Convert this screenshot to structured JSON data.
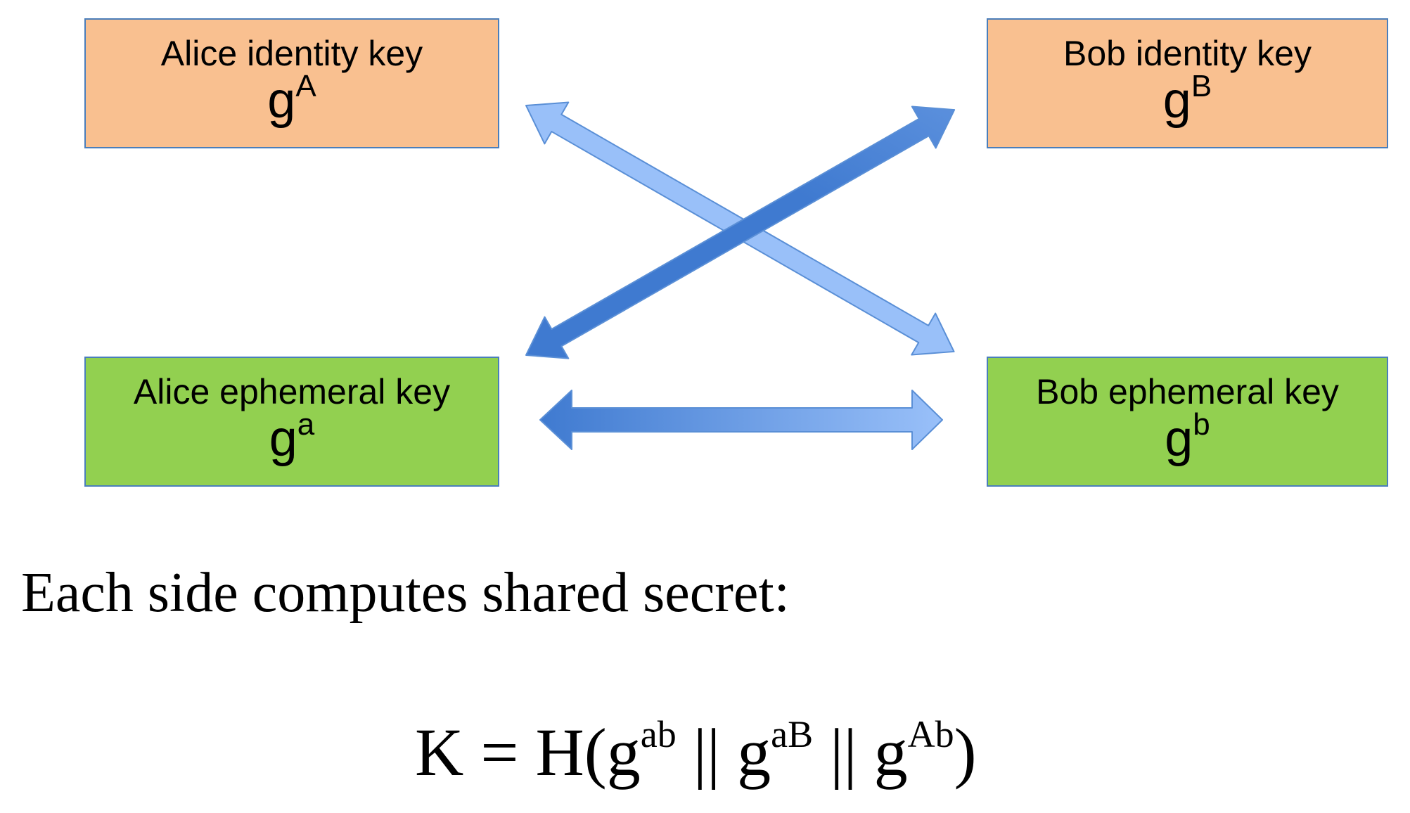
{
  "boxes": {
    "alice_identity": {
      "label": "Alice identity key",
      "base": "g",
      "exp": "A",
      "fill": "#f9c090"
    },
    "bob_identity": {
      "label": "Bob identity key",
      "base": "g",
      "exp": "B",
      "fill": "#f9c090"
    },
    "alice_ephemeral": {
      "label": "Alice ephemeral key",
      "base": "g",
      "exp": "a",
      "fill": "#92d050"
    },
    "bob_ephemeral": {
      "label": "Bob ephemeral key",
      "base": "g",
      "exp": "b",
      "fill": "#92d050"
    }
  },
  "arrow_colors": {
    "light": "#99c0f9",
    "dark": "#3f7ad0",
    "outline": "#5a8fd6"
  },
  "caption": "Each side computes shared secret:",
  "formula": {
    "lhs": "K = H(",
    "t1_base": "g",
    "t1_exp": "ab",
    "sep1": " || ",
    "t2_base": "g",
    "t2_exp": "aB",
    "sep2": " || ",
    "t3_base": "g",
    "t3_exp": "Ab",
    "rhs": ")"
  }
}
